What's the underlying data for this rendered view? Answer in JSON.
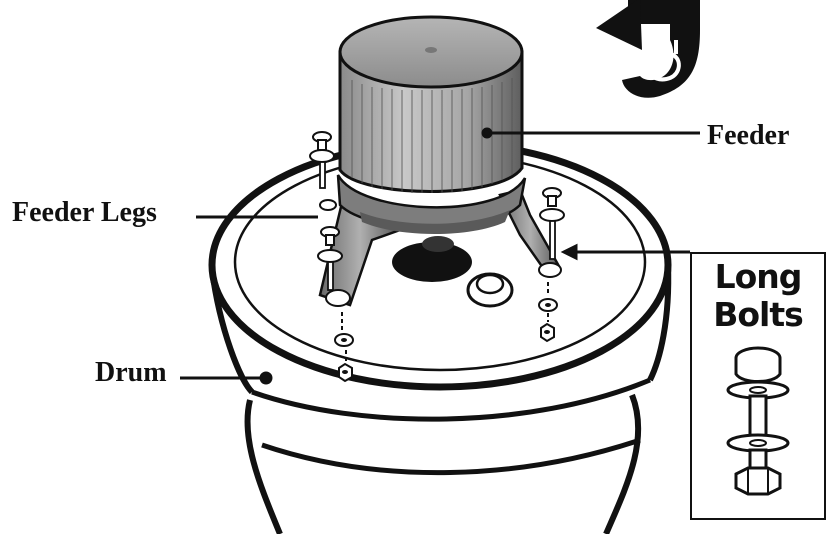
{
  "labels": {
    "feeder": "Feeder",
    "feeder_legs": "Feeder Legs",
    "drum": "Drum"
  },
  "long_bolts": {
    "title_line1": "Long",
    "title_line2": "Bolts"
  },
  "icons": {
    "rotation_arrow": "curved-rotate-arrow-icon"
  },
  "colors": {
    "ink": "#111111",
    "feeder_gray": "#9a9a9a",
    "feeder_dark": "#4a4a4a",
    "paper": "#ffffff"
  }
}
